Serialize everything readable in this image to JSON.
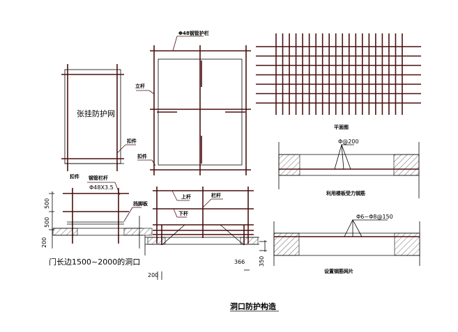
{
  "labels": {
    "top_rail_note": "Φ48钢管护栏",
    "net_text": "张挂防护网",
    "pole_left": "立杆",
    "fastener_1": "扣件",
    "fastener_2": "扣件",
    "fastener_3": "扣件",
    "pipe_note": "钢管栏杆",
    "pipe_spec": "Φ48X3.5",
    "toe_board": "挡脚板",
    "upper_rail": "上杆",
    "lower_rail": "下杆",
    "rail_pole": "栏杆",
    "plan_title": "平面图",
    "rebar_spec_1": "Φ@200",
    "section1_title": "利用楼板受力钢筋",
    "rebar_spec_2": "Φ6~Φ8@150",
    "section2_title": "设置钢筋网片",
    "side_title": "门长边1500~2000的洞口",
    "main_title": "洞口防护构造"
  },
  "dimensions": {
    "d1": "500",
    "d2": "500",
    "d3": "200",
    "d4": "200",
    "d5": "366",
    "d6": "350"
  },
  "grid": {
    "vertical_bars": 20,
    "horizontal_bars": 7
  },
  "colors": {
    "line": "#4a0f0f",
    "text": "#000000"
  }
}
